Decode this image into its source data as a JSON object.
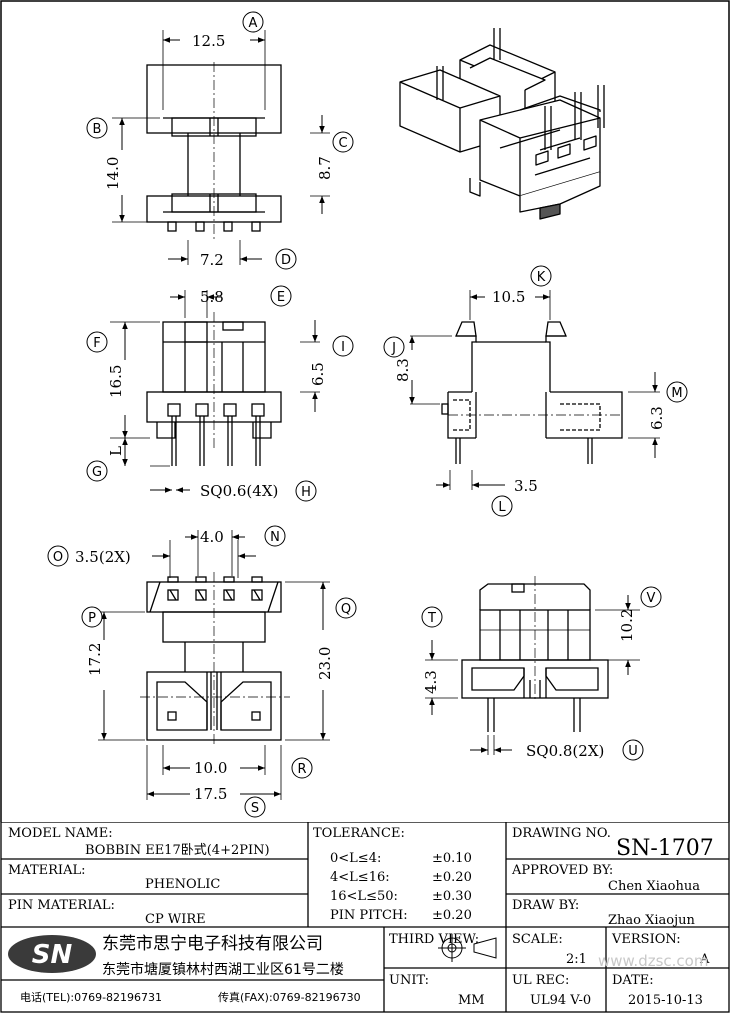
{
  "dimensions": {
    "A": "12.5",
    "B": "14.0",
    "C": "8.7",
    "D": "7.2",
    "E": "5.8",
    "F": "16.5",
    "G": "L",
    "H": "SQ0.6(4X)",
    "I": "6.5",
    "J": "8.3",
    "K": "10.5",
    "L": "3.5",
    "M": "6.3",
    "N": "4.0",
    "O": "3.5(2X)",
    "P": "17.2",
    "Q": "23.0",
    "R": "10.0",
    "S": "17.5",
    "T": "4.3",
    "U": "SQ0.8(2X)",
    "V": "10.2"
  },
  "callouts": [
    "A",
    "B",
    "C",
    "D",
    "E",
    "F",
    "G",
    "H",
    "I",
    "J",
    "K",
    "L",
    "M",
    "N",
    "O",
    "P",
    "Q",
    "R",
    "S",
    "T",
    "U",
    "V"
  ],
  "title_block": {
    "model_label": "MODEL NAME:",
    "model_value": "BOBBIN EE17卧式(4+2PIN)",
    "material_label": "MATERIAL:",
    "material_value": "PHENOLIC",
    "pin_material_label": "PIN MATERIAL:",
    "pin_material_value": "CP WIRE",
    "tolerance_label": "TOLERANCE:",
    "tolerance_rows": [
      {
        "range": "0<L≤4:",
        "value": "±0.10"
      },
      {
        "range": "4<L≤16:",
        "value": "±0.20"
      },
      {
        "range": "16<L≤50:",
        "value": "±0.30"
      },
      {
        "range": "PIN PITCH:",
        "value": "±0.20"
      }
    ],
    "drawing_no_label": "DRAWING NO.",
    "drawing_no": "SN-1707",
    "approved_label": "APPROVED BY:",
    "approved_value": "Chen Xiaohua",
    "drawn_label": "DRAW BY:",
    "drawn_value": "Zhao Xiaojun",
    "logo": "SN",
    "company_name": "东莞市思宁电子科技有限公司",
    "company_address": "东莞市塘厦镇林村西湖工业区61号二楼",
    "phone": "电话(TEL):0769-82196731",
    "fax": "传真(FAX):0769-82196730",
    "third_view_label": "THIRD VIEW:",
    "unit_label": "UNIT:",
    "unit_value": "MM",
    "scale_label": "SCALE:",
    "scale_value": "2:1",
    "version_label": "VERSION:",
    "version_value": "A",
    "ul_label": "UL REC:",
    "ul_value": "UL94 V-0",
    "date_label": "DATE:",
    "date_value": "2015-10-13",
    "watermark": "www.dzsc.com"
  }
}
